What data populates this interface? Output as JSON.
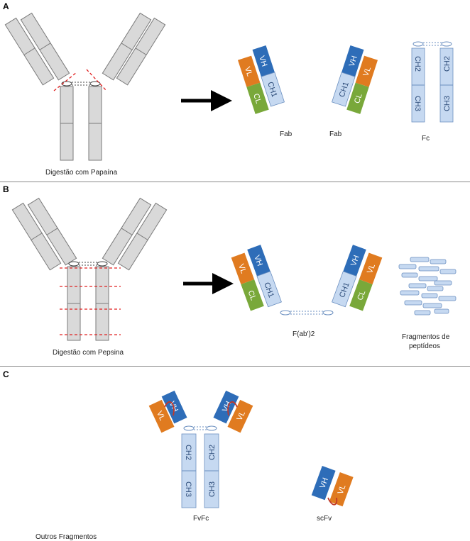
{
  "panels": {
    "a": {
      "letter": "A",
      "caption": "Digestão com Papaína",
      "labels": {
        "fab1": "Fab",
        "fab2": "Fab",
        "fc": "Fc"
      }
    },
    "b": {
      "letter": "B",
      "caption": "Digestão com Pepsina",
      "labels": {
        "fab2": "F(ab')2",
        "peptides_line1": "Fragmentos de",
        "peptides_line2": "peptídeos"
      }
    },
    "c": {
      "letter": "C",
      "caption": "Outros Fragmentos",
      "labels": {
        "fvfc": "FvFc",
        "scfv": "scFv"
      }
    }
  },
  "domains": {
    "vh": "VH",
    "vl": "VL",
    "ch1": "CH1",
    "cl": "CL",
    "ch2": "CH2",
    "ch3": "CH3"
  },
  "colors": {
    "heavy_variable": "#2e6db8",
    "heavy_constant": "#c6d9f1",
    "light_variable": "#e07b20",
    "light_constant": "#79a83a",
    "intact_antibody": "#d9d9d9",
    "cleavage_line": "#e02020",
    "linker": "#c0392b"
  }
}
